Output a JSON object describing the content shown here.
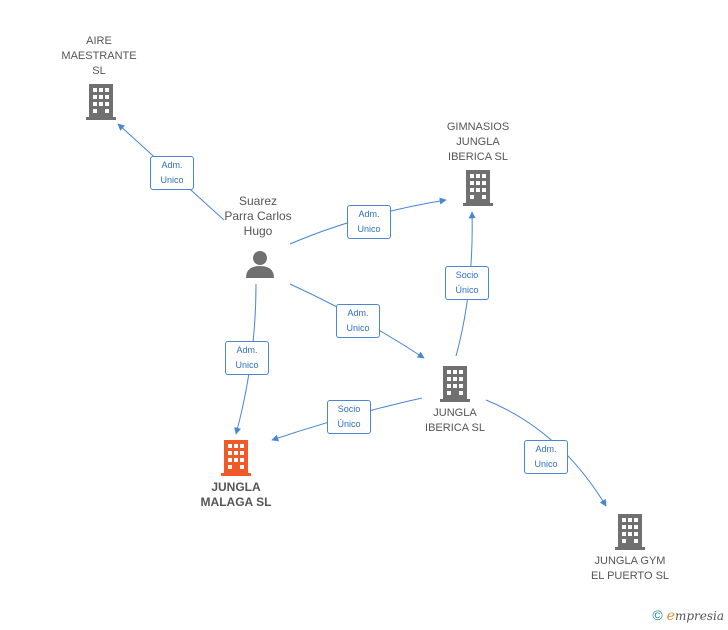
{
  "colors": {
    "edge": "#4a86d4",
    "building": "#707070",
    "highlight": "#f05a28",
    "person": "#707070"
  },
  "nodes": {
    "aire": {
      "label": "AIRE\nMAESTRANTE\nSL"
    },
    "gimnasios": {
      "label": "GIMNASIOS\nJUNGLA\nIBERICA SL"
    },
    "person": {
      "label": "Suarez\nParra Carlos\nHugo"
    },
    "iberica": {
      "label": "JUNGLA\nIBERICA SL"
    },
    "malaga": {
      "label": "JUNGLA\nMALAGA SL"
    },
    "puerto": {
      "label": "JUNGLA GYM\nEL PUERTO SL"
    }
  },
  "edges": {
    "person_aire": "Adm.\nUnico",
    "person_gimnasios": "Adm.\nUnico",
    "iberica_gimnasios": "Socio\nÚnico",
    "person_iberica": "Adm.\nUnico",
    "person_malaga": "Adm.\nUnico",
    "iberica_malaga": "Socio\nÚnico",
    "iberica_puerto": "Adm.\nUnico"
  },
  "brand": {
    "copyright": "©",
    "e": "e",
    "rest": "mpresia"
  }
}
